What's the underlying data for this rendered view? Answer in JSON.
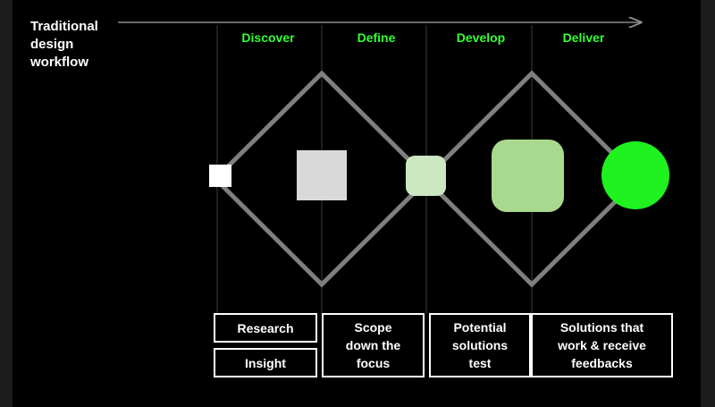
{
  "title": "Traditional\ndesign\nworkflow",
  "colors": {
    "background": "#000000",
    "phase_label": "#33ff33",
    "diamond_stroke": "#7f7f7f",
    "box_border": "#ffffff"
  },
  "phases": [
    "Discover",
    "Define",
    "Develop",
    "Deliver"
  ],
  "boxes": {
    "research": "Research",
    "insight": "Insight",
    "scope": "Scope down the focus",
    "potential": "Potential solutions test",
    "solutions": "Solutions that work & receive feedbacks"
  },
  "shapes": [
    {
      "name": "white-square",
      "color": "#ffffff"
    },
    {
      "name": "light-gray-square",
      "color": "#d9d9d9"
    },
    {
      "name": "pale-green-rounded-square",
      "color": "#cbe8c0"
    },
    {
      "name": "green-rounded-square",
      "color": "#a9d88f"
    },
    {
      "name": "bright-green-circle",
      "color": "#1ff21f"
    }
  ]
}
